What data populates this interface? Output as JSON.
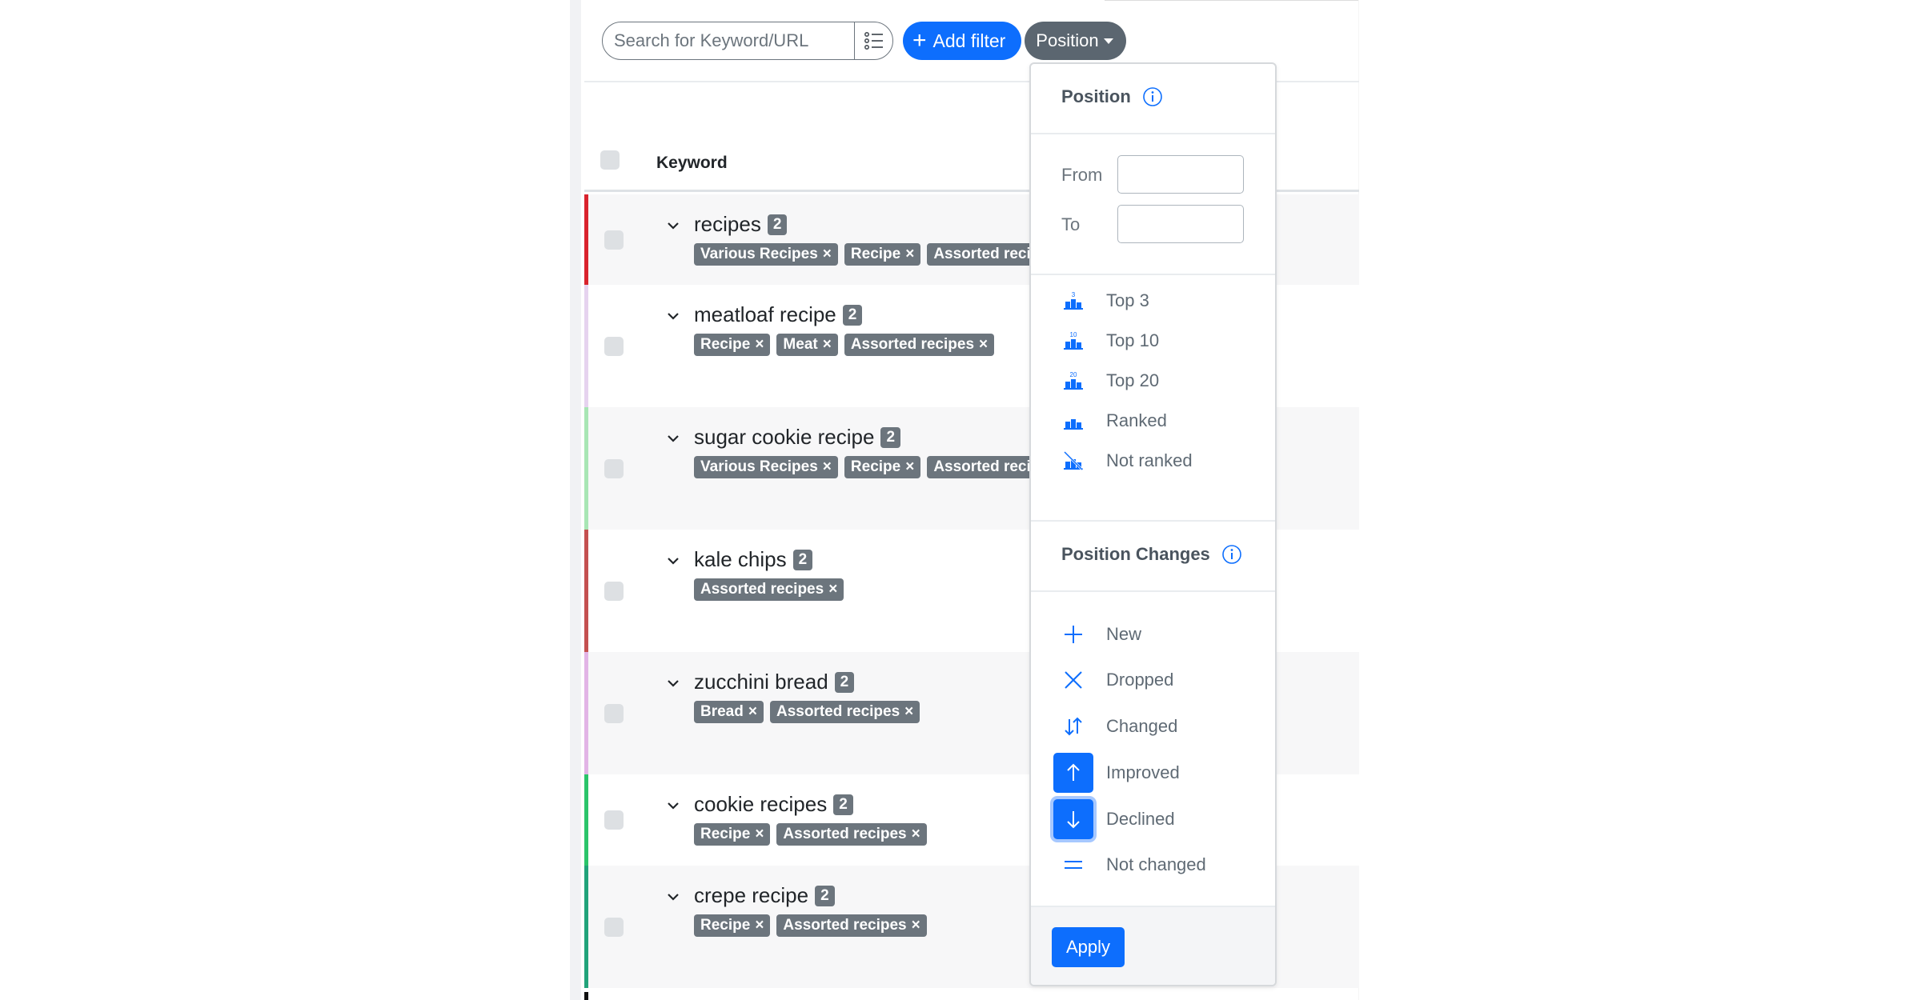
{
  "toolbar": {
    "search_placeholder": "Search for Keyword/URL",
    "add_filter_label": "Add filter",
    "position_label": "Position"
  },
  "table": {
    "keyword_header": "Keyword",
    "rows": [
      {
        "keyword": "recipes",
        "count": "2",
        "color": "#d9232d",
        "bg": "#f7f7f8",
        "tags": [
          "Various Recipes",
          "Recipe",
          "Assorted recipes"
        ]
      },
      {
        "keyword": "meatloaf recipe",
        "count": "2",
        "color": "#e6d3ef",
        "bg": "#ffffff",
        "tags": [
          "Recipe",
          "Meat",
          "Assorted recipes"
        ]
      },
      {
        "keyword": "sugar cookie recipe",
        "count": "2",
        "color": "#a8e6b4",
        "bg": "#f7f7f8",
        "tags": [
          "Various Recipes",
          "Recipe",
          "Assorted recipes"
        ]
      },
      {
        "keyword": "kale chips",
        "count": "2",
        "color": "#c45050",
        "bg": "#ffffff",
        "tags": [
          "Assorted recipes"
        ]
      },
      {
        "keyword": "zucchini bread",
        "count": "2",
        "color": "#e2b4e6",
        "bg": "#f7f7f8",
        "tags": [
          "Bread",
          "Assorted recipes"
        ]
      },
      {
        "keyword": "cookie recipes",
        "count": "2",
        "color": "#2bc46a",
        "bg": "#ffffff",
        "tags": [
          "Recipe",
          "Assorted recipes"
        ]
      },
      {
        "keyword": "crepe recipe",
        "count": "2",
        "color": "#22a37a",
        "bg": "#f7f7f8",
        "tags": [
          "Recipe",
          "Assorted recipes"
        ]
      }
    ]
  },
  "dropdown": {
    "position_title": "Position",
    "from_label": "From",
    "to_label": "To",
    "rank_options": [
      {
        "label": "Top 3",
        "icon": "top-3-icon",
        "num": "3"
      },
      {
        "label": "Top 10",
        "icon": "top-10-icon",
        "num": "10"
      },
      {
        "label": "Top 20",
        "icon": "top-20-icon",
        "num": "20"
      },
      {
        "label": "Ranked",
        "icon": "ranked-icon",
        "num": ""
      },
      {
        "label": "Not ranked",
        "icon": "not-ranked-icon",
        "num": ""
      }
    ],
    "changes_title": "Position Changes",
    "change_options": [
      {
        "label": "New",
        "icon": "plus-icon"
      },
      {
        "label": "Dropped",
        "icon": "x-icon"
      },
      {
        "label": "Changed",
        "icon": "up-down-arrows-icon"
      },
      {
        "label": "Improved",
        "icon": "arrow-up-icon",
        "selected": true
      },
      {
        "label": "Declined",
        "icon": "arrow-down-icon",
        "selected": true
      },
      {
        "label": "Not changed",
        "icon": "equals-icon"
      }
    ],
    "apply_label": "Apply"
  },
  "colors": {
    "accent": "#0d6efd",
    "badge": "#6c757d"
  }
}
